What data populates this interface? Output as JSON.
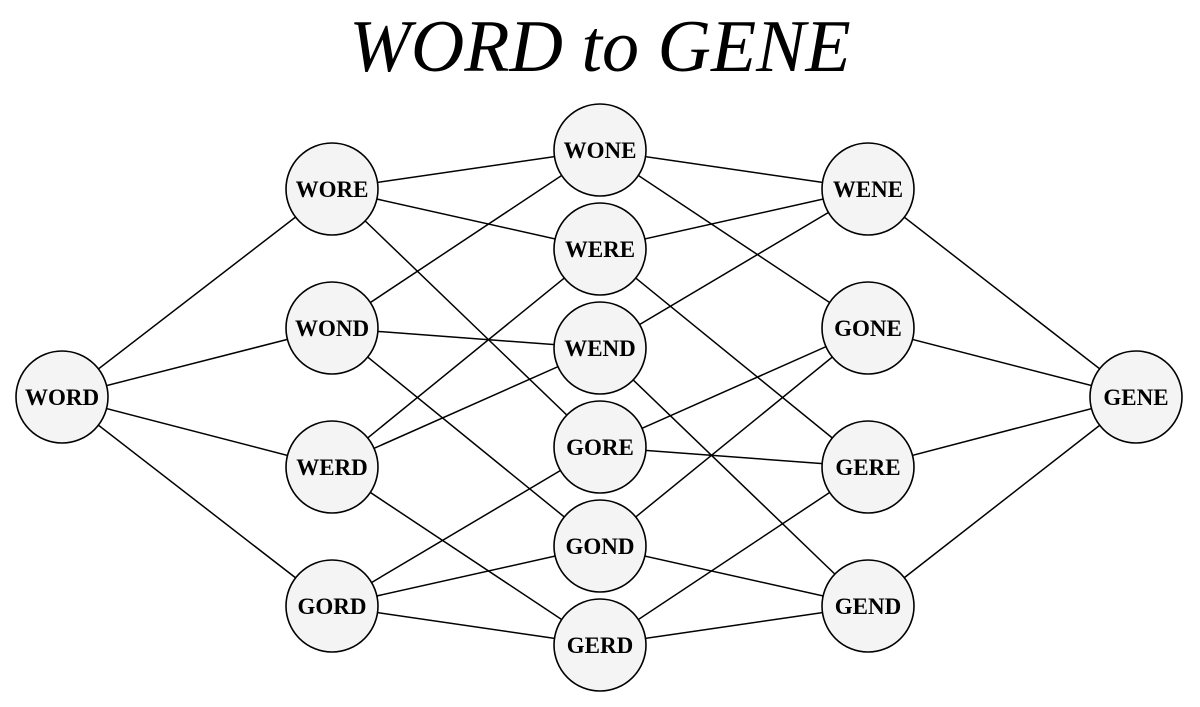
{
  "title": "WORD to GENE",
  "nodes": [
    {
      "id": "WORD",
      "label": "WORD"
    },
    {
      "id": "WORE",
      "label": "WORE"
    },
    {
      "id": "WOND",
      "label": "WOND"
    },
    {
      "id": "WERD",
      "label": "WERD"
    },
    {
      "id": "GORD",
      "label": "GORD"
    },
    {
      "id": "WONE",
      "label": "WONE"
    },
    {
      "id": "WERE",
      "label": "WERE"
    },
    {
      "id": "WEND",
      "label": "WEND"
    },
    {
      "id": "GORE",
      "label": "GORE"
    },
    {
      "id": "GOND",
      "label": "GOND"
    },
    {
      "id": "GERD",
      "label": "GERD"
    },
    {
      "id": "WENE",
      "label": "WENE"
    },
    {
      "id": "GONE",
      "label": "GONE"
    },
    {
      "id": "GERE",
      "label": "GERE"
    },
    {
      "id": "GEND",
      "label": "GEND"
    },
    {
      "id": "GENE",
      "label": "GENE"
    }
  ],
  "edges": [
    [
      "WORD",
      "WORE"
    ],
    [
      "WORD",
      "WOND"
    ],
    [
      "WORD",
      "WERD"
    ],
    [
      "WORD",
      "GORD"
    ],
    [
      "WORE",
      "WONE"
    ],
    [
      "WORE",
      "WERE"
    ],
    [
      "WORE",
      "GORE"
    ],
    [
      "WOND",
      "WONE"
    ],
    [
      "WOND",
      "WEND"
    ],
    [
      "WOND",
      "GOND"
    ],
    [
      "WERD",
      "WERE"
    ],
    [
      "WERD",
      "WEND"
    ],
    [
      "WERD",
      "GERD"
    ],
    [
      "GORD",
      "GORE"
    ],
    [
      "GORD",
      "GOND"
    ],
    [
      "GORD",
      "GERD"
    ],
    [
      "WONE",
      "WENE"
    ],
    [
      "WONE",
      "GONE"
    ],
    [
      "WERE",
      "WENE"
    ],
    [
      "WERE",
      "GERE"
    ],
    [
      "WEND",
      "WENE"
    ],
    [
      "WEND",
      "GEND"
    ],
    [
      "GORE",
      "GONE"
    ],
    [
      "GORE",
      "GERE"
    ],
    [
      "GOND",
      "GONE"
    ],
    [
      "GOND",
      "GEND"
    ],
    [
      "GERD",
      "GERE"
    ],
    [
      "GERD",
      "GEND"
    ],
    [
      "WENE",
      "GENE"
    ],
    [
      "GONE",
      "GENE"
    ],
    [
      "GERE",
      "GENE"
    ],
    [
      "GEND",
      "GENE"
    ]
  ]
}
